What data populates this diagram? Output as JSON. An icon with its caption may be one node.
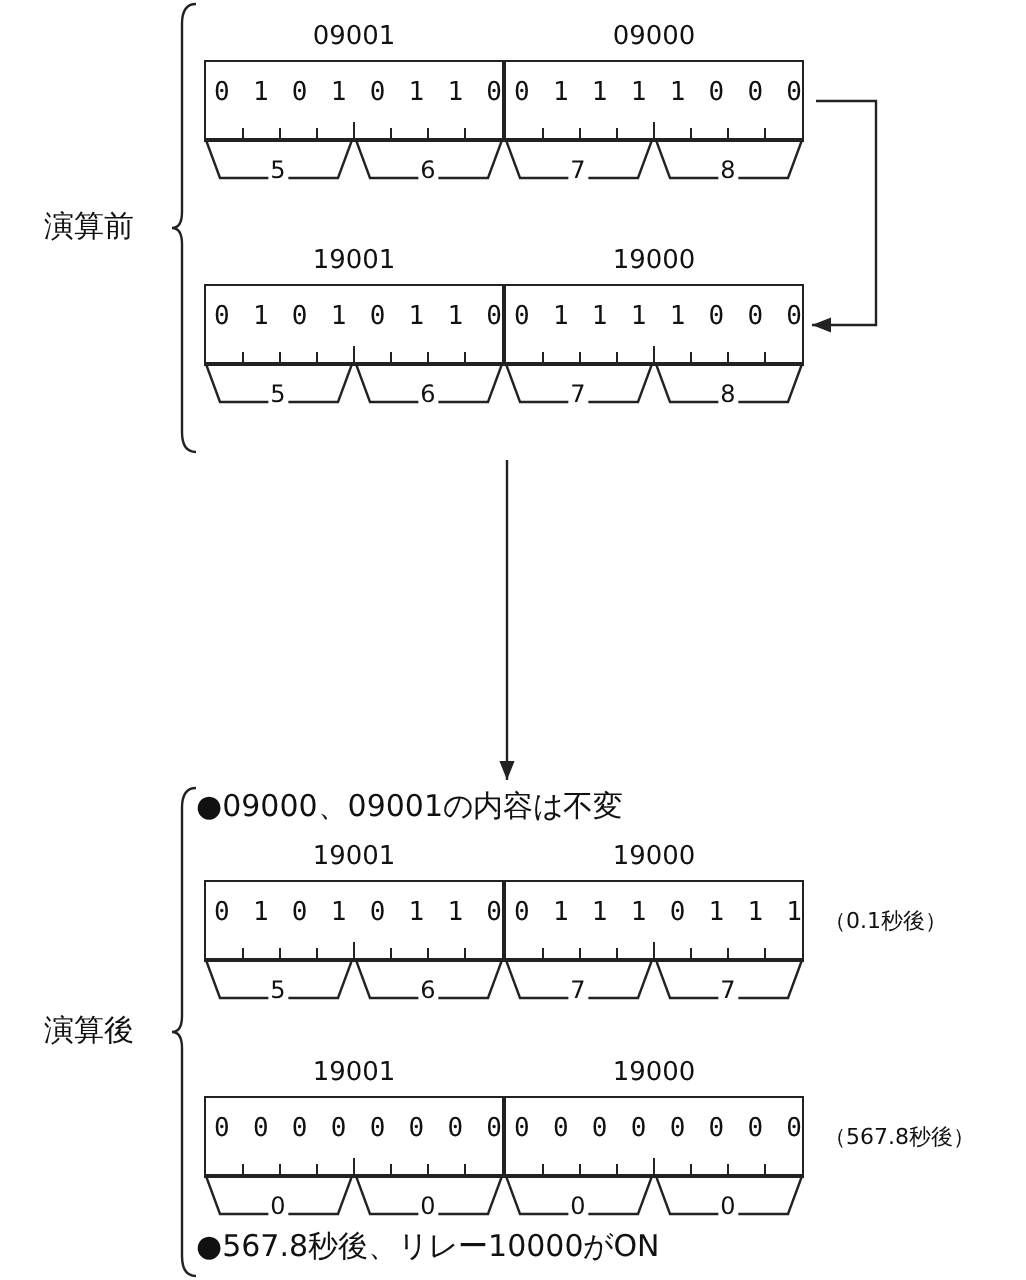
{
  "diagram": {
    "nodes": [
      {
        "text": [
          "演算前"
        ]
      },
      {
        "text": [
          "09001",
          "0 1 0 1 0 1 1 0",
          "5",
          "6"
        ],
        "in": 0
      },
      {
        "text": [
          "09000",
          "0 1 1 1 1 0 0 0",
          "7",
          "8"
        ],
        "in": 0
      },
      {
        "text": [
          "19001",
          "0 1 0 1 0 1 1 0",
          "5",
          "6"
        ],
        "in": 0
      },
      {
        "text": [
          "19000",
          "0 1 1 1 1 0 0 0",
          "7",
          "8"
        ],
        "in": 0
      },
      {
        "text": [
          "演算後"
        ]
      },
      {
        "text": [
          "19001",
          "0 1 0 1 0 1 1 0",
          "5",
          "6"
        ],
        "in": 5
      },
      {
        "text": [
          "19000",
          "0 1 1 1 0 1 1 1",
          "7",
          "7"
        ],
        "in": 5,
        "beside": [
          "（0.1秒後）"
        ]
      },
      {
        "text": [
          "19001",
          "0 0 0 0 0 0 0 0",
          "0",
          "0"
        ],
        "in": 5
      },
      {
        "text": [
          "19000",
          "0 0 0 0 0 0 0 0",
          "0",
          "0"
        ],
        "in": 5,
        "beside": [
          "（567.8秒後）"
        ]
      }
    ],
    "edges": [
      {
        "from": 2,
        "to": 4,
        "arrow": "to"
      },
      {
        "from": 0,
        "to": 5,
        "arrow": "to"
      }
    ],
    "labels": [
      "●09000、09001の内容は不変",
      "●567.8秒後、リレー10000がON"
    ]
  }
}
